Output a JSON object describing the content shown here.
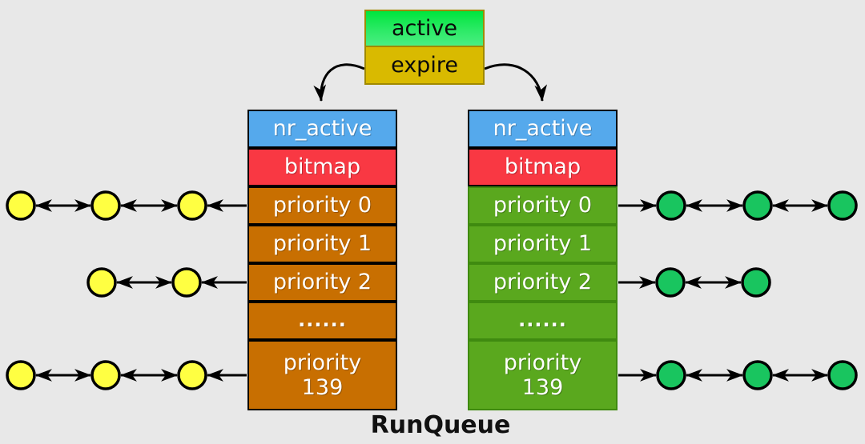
{
  "caption": "RunQueue",
  "arrays_box": {
    "active_label": "active",
    "expire_label": "expire"
  },
  "left_queue": {
    "nr_active_label": "nr_active",
    "bitmap_label": "bitmap",
    "priority_labels": [
      "priority 0",
      "priority 1",
      "priority 2",
      "......",
      "priority\n139"
    ]
  },
  "right_queue": {
    "nr_active_label": "nr_active",
    "bitmap_label": "bitmap",
    "priority_labels": [
      "priority 0",
      "priority 1",
      "priority 2",
      "......",
      "priority\n139"
    ]
  },
  "task_nodes": {
    "left_yellow_counts": {
      "priority_0": 3,
      "priority_2": 2,
      "priority_139": 3
    },
    "right_green_counts": {
      "priority_0": 3,
      "priority_2": 2,
      "priority_139": 3
    }
  },
  "colors": {
    "background": "#e8e8e8",
    "active_green_top": "#00e53d",
    "active_green_bottom": "#4aee82",
    "expire_gold": "#d9ba00",
    "nr_active_blue": "#55a9ec",
    "bitmap_red": "#f93843",
    "left_priority_orange": "#c86f01",
    "right_priority_green": "#5aa81e",
    "yellow_task_node": "#ffff42",
    "green_task_node": "#19c55f",
    "arrow_color": "#000000"
  }
}
